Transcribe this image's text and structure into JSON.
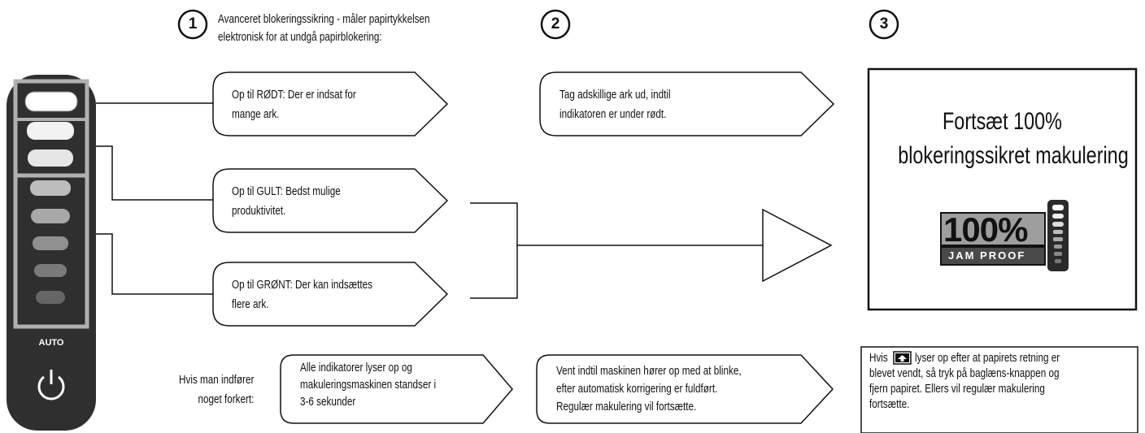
{
  "steps": [
    {
      "number": "1",
      "heading": [
        "Avanceret blokeringssikring - måler papirtykkelsen",
        "elektronisk for at undgå papirblokering:"
      ]
    },
    {
      "number": "2"
    },
    {
      "number": "3"
    }
  ],
  "panel": {
    "auto_label": "AUTO",
    "icon": "power-icon"
  },
  "level_boxes": {
    "red": [
      "Op til RØDT: Der er indsat for",
      "mange ark."
    ],
    "yellow": [
      "Op til GULT: Bedst mulige",
      "produktivitet."
    ],
    "green": [
      "Op til GRØNT: Der kan indsættes",
      "flere ark."
    ]
  },
  "step2_text": [
    "Tag adskillige ark ud, indtil",
    "indikatoren er under rødt."
  ],
  "result": {
    "title": [
      "Fortsæt 100%",
      "blokeringssikret makulering"
    ],
    "badge_big": "100%",
    "badge_small": "JAM PROOF"
  },
  "error": {
    "label": [
      "Hvis man indfører",
      "noget forkert:"
    ],
    "indicator_text": [
      "Alle indikatorer lyser op og",
      "makuleringsmaskinen standser i",
      "3-6 sekunder"
    ],
    "wait_text": [
      "Vent indtil maskinen hører op med at blinke,",
      "efter automatisk korrigering er fuldført.",
      "Regulær makulering vil fortsætte."
    ],
    "note_before_icon": "Hvis",
    "note_icon": "reverse-button-icon",
    "note": [
      "lyser op efter at papirets retning er",
      "blevet vendt, så tryk på baglæns-knappen og",
      "fjern papiret. Ellers vil regulær makulering",
      "fortsætte."
    ]
  },
  "colors": {
    "panel": "#2f2f2f",
    "led": "#ffffff",
    "led_dim": "#8a8a8a",
    "frame": "#b0b0b0"
  }
}
